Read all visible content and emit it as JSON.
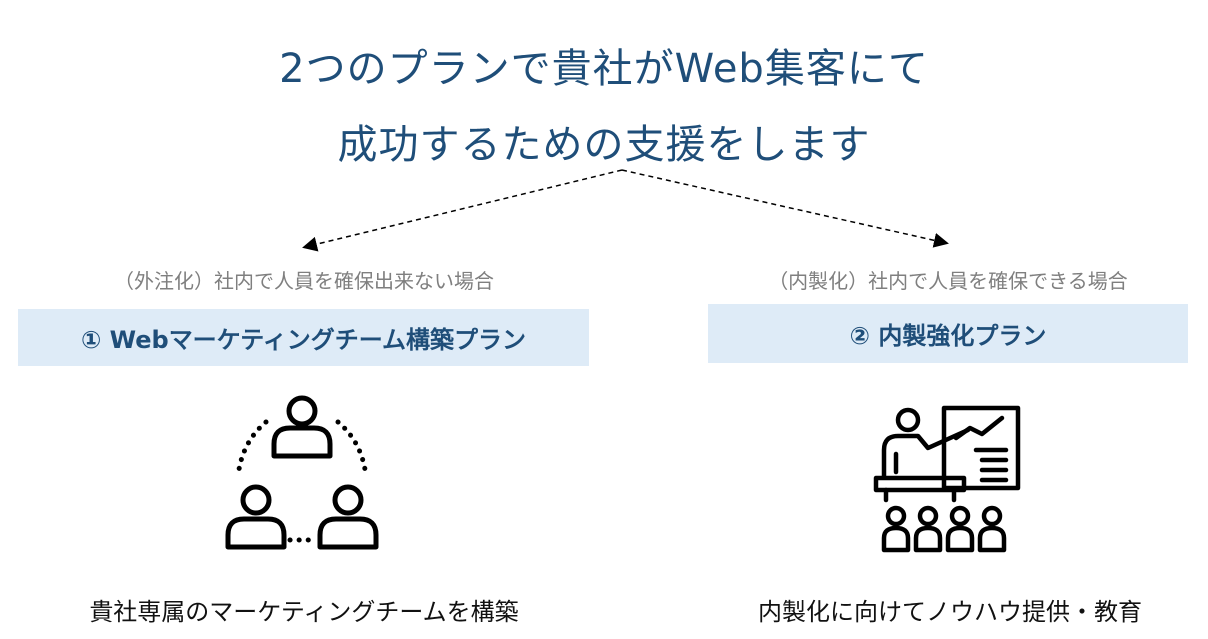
{
  "title": {
    "line1": "2つのプランで貴社がWeb集客にて",
    "line2": "成功するための支援をします"
  },
  "colors": {
    "title": "#1f4e79",
    "subtitle": "#7f7f7f",
    "box_bg": "#deebf7",
    "box_text": "#1f4e79",
    "icon": "#000000"
  },
  "plans": [
    {
      "condition": "（外注化）社内で人員を確保出来ない場合",
      "name": "① Webマーケティングチーム構築プラン",
      "icon": "team-network-icon",
      "description": "貴社専属のマーケティングチームを構築"
    },
    {
      "condition": "（内製化）社内で人員を確保できる場合",
      "name": "② 内製強化プラン",
      "icon": "presentation-teaching-icon",
      "description": "内製化に向けてノウハウ提供・教育"
    }
  ]
}
